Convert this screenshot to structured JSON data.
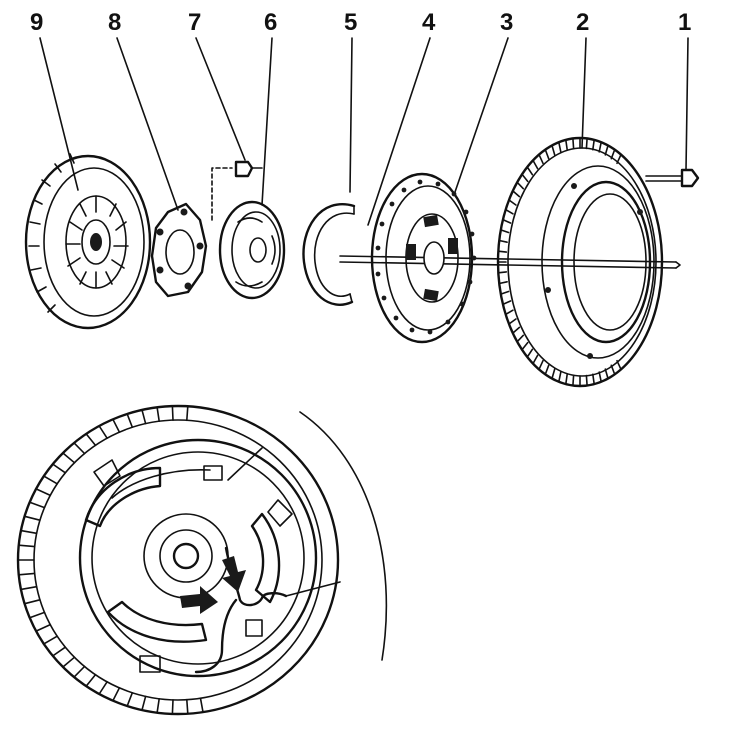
{
  "labels": [
    {
      "id": "1",
      "text": "1"
    },
    {
      "id": "2",
      "text": "2"
    },
    {
      "id": "3",
      "text": "3"
    },
    {
      "id": "4",
      "text": "4"
    },
    {
      "id": "5",
      "text": "5"
    },
    {
      "id": "6",
      "text": "6"
    },
    {
      "id": "7",
      "text": "7"
    },
    {
      "id": "8",
      "text": "8"
    },
    {
      "id": "9",
      "text": "9"
    }
  ],
  "colors": {
    "ink": "#111111",
    "paper": "#ffffff"
  }
}
